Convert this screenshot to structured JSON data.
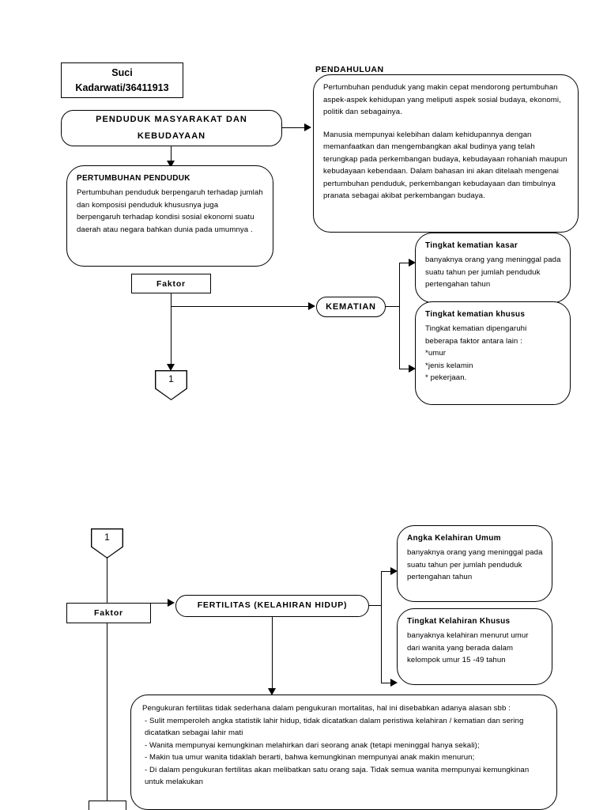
{
  "document": {
    "title": "Peta Konsep Penduduk Masyarakat dan Kebudayaan",
    "author_box": "Suci Kadarwati/36411913"
  },
  "colors": {
    "stroke": "#000000",
    "background": "#ffffff"
  },
  "section1": {
    "author": {
      "line1": "Suci",
      "line2": "Kadarwati/36411913"
    },
    "main_topic": {
      "line1": "PENDUDUK MASYARAKAT DAN",
      "line2": "KEBUDAYAAN"
    },
    "pendahuluan": {
      "heading": "PENDAHULUAN",
      "para1": "Pertumbuhan penduduk yang makin cepat mendorong pertumbuhan aspek-aspek kehidupan yang meliputi aspek sosial budaya, ekonomi, politik dan sebagainya.",
      "para2": "Manusia mempunyai kelebihan dalam kehidupannya dengan memanfaatkan dan mengembangkan akal budinya yang telah terungkap pada perkembangan budaya, kebudayaan rohaniah maupun kebudayaan kebendaan. Dalam bahasan ini akan ditelaah mengenai pertumbuhan penduduk, perkembangan kebudayaan dan timbulnya pranata sebagai akibat perkembangan budaya."
    },
    "pertumbuhan_penduduk": {
      "heading": "PERTUMBUHAN PENDUDUK",
      "body": "Pertumbuhan penduduk berpengaruh terhadap jumlah dan komposisi penduduk khususnya juga berpengaruh terhadap kondisi sosial ekonomi suatu daerah atau negara bahkan dunia pada umumnya ."
    },
    "faktor_label": "Faktor",
    "kematian_label": "KEMATIAN",
    "kematian_kasar": {
      "heading": "Tingkat kematian kasar",
      "body": "banyaknya orang yang meninggal pada suatu tahun per jumlah penduduk pertengahan tahun"
    },
    "kematian_khusus": {
      "heading": "Tingkat kematian khusus",
      "body": "Tingkat kematian dipengaruhi beberapa faktor antara lain :",
      "items": [
        "*umur",
        "*jenis kelamin",
        "* pekerjaan."
      ]
    },
    "connector_out": "1"
  },
  "section2": {
    "connector_in": "1",
    "fertilitas_label": "FERTILITAS (KELAHIRAN HIDUP)",
    "faktor_label": "Faktor",
    "angka_kelahiran_umum": {
      "heading": "Angka Kelahiran Umum",
      "body": "banyaknya orang yang meninggal pada suatu tahun per jumlah penduduk pertengahan tahun"
    },
    "kelahiran_khusus": {
      "heading": "Tingkat Kelahiran Khusus",
      "body": "banyaknya kelahiran menurut umur dari wanita yang berada dalam kelompok umur 15 -49 tahun"
    },
    "pengukuran": {
      "intro": "Pengukuran fertilitas tidak sederhana dalam pengukuran mortalitas, hal ini disebabkan adanya alasan sbb :",
      "items": [
        "-  Sulit memperoleh angka statistik lahir hidup, tidak  dicatatkan dalam peristiwa kelahiran / kematian dan sering dicatatkan sebagai lahir mati",
        "- Wanita mempunyai kemungkinan melahirkan dari seorang anak (tetapi meninggal hanya sekali);",
        "- Makin tua umur wanita tidaklah berarti, bahwa kemungkinan mempunyai anak makin menurun;",
        "- Di dalam pengukuran fertilitas akan melibatkan satu orang saja. Tidak semua wanita mempunyai kemungkinan untuk melakukan"
      ]
    }
  }
}
